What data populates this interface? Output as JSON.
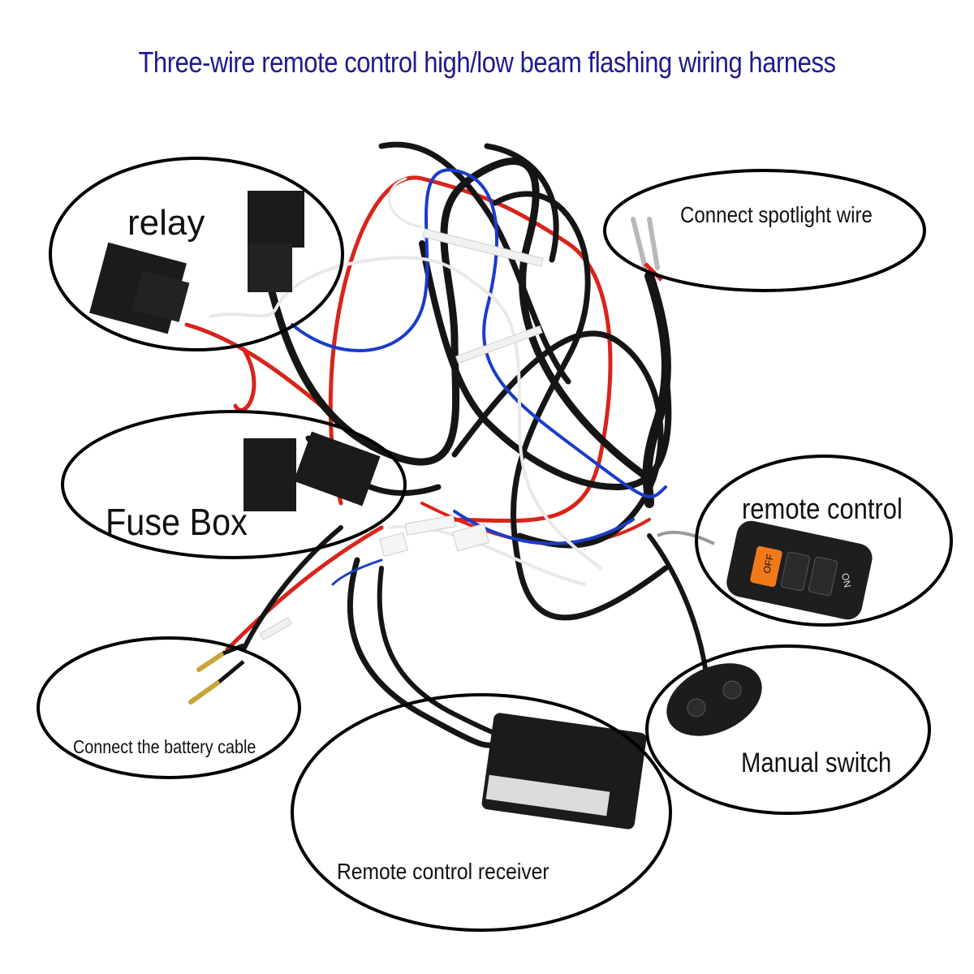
{
  "title": "Three-wire remote control high/low beam flashing wiring harness",
  "labels": {
    "relay": "relay",
    "spotlight": "Connect spotlight wire",
    "fuse_box": "Fuse Box",
    "remote_control": "remote control",
    "battery": "Connect the battery cable",
    "manual_switch": "Manual switch",
    "receiver": "Remote control receiver"
  },
  "remote_buttons": {
    "off": "OFF",
    "on": "ON"
  },
  "colors": {
    "title": "#1f1a8c",
    "wire_black": "#151515",
    "wire_red": "#d8241c",
    "wire_blue": "#1a3cc9",
    "wire_white": "#f4f4f4",
    "remote_off_button": "#f07a1a",
    "outline": "#000000"
  }
}
